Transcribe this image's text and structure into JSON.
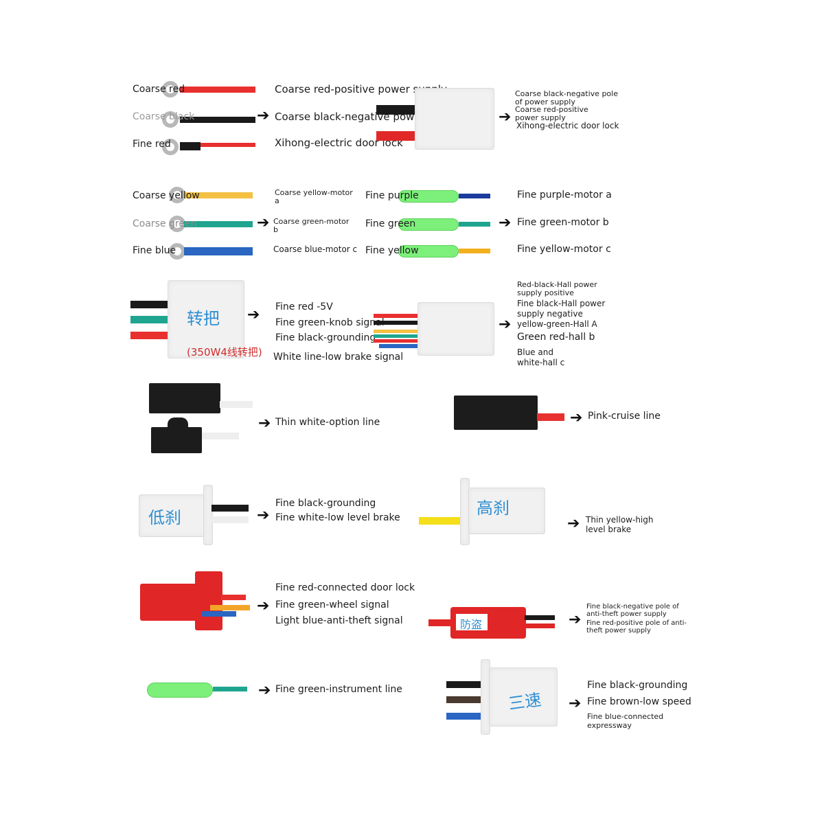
{
  "row1": {
    "left_labels": [
      "Coarse red",
      "Coarse black",
      "Fine red"
    ],
    "middle_labels": [
      "Coarse red-positive power supply",
      "Coarse black-negative power supply",
      "Xihong-electric door lock"
    ],
    "right_labels": [
      "Coarse black-negative pole of power supply",
      "Coarse red-positive power supply",
      "Xihong-electric door lock"
    ]
  },
  "row2": {
    "left_labels": [
      "Coarse yellow",
      "Coarse green",
      "Fine blue"
    ],
    "middle_labels": [
      "Coarse yellow-motor a",
      "Coarse green-motor b",
      "Coarse blue-motor c"
    ],
    "tube_labels": [
      "Fine purple",
      "Fine green",
      "Fine yellow"
    ],
    "right_labels": [
      "Fine purple-motor a",
      "Fine green-motor b",
      "Fine yellow-motor c"
    ]
  },
  "row3": {
    "connector_label": "转把",
    "connector_caption": "(350W4线转把)",
    "middle_labels": [
      "Fine red -5V",
      "Fine green-knob signal",
      "Fine black-grounding",
      "White line-low brake signal"
    ],
    "right_labels": [
      "Red-black-Hall power supply positive",
      "Fine black-Hall power supply negative",
      "yellow-green-Hall A",
      "Green red-hall b",
      "Blue and white-hall c"
    ]
  },
  "row4": {
    "left_label": "Thin white-option line",
    "right_label": "Pink-cruise line"
  },
  "row5": {
    "left_connector_label": "低刹",
    "left_labels": [
      "Fine black-grounding",
      "Fine white-low level brake"
    ],
    "right_connector_label": "高刹",
    "right_label": "Thin yellow-high level brake"
  },
  "row6": {
    "left_labels": [
      "Fine red-connected door lock",
      "Fine green-wheel signal",
      "Light blue-anti-theft signal"
    ],
    "right_connector_label": "防盗",
    "right_labels": [
      "Fine black-negative pole of anti-theft power supply",
      "Fine red-positive pole of anti-theft power supply"
    ]
  },
  "row7": {
    "left_label": "Fine green-instrument line",
    "right_connector_label": "三速",
    "right_labels": [
      "Fine black-grounding",
      "Fine brown-low speed",
      "Fine blue-connected expressway"
    ]
  },
  "colors": {
    "red": "#e8302f",
    "black": "#1a1a1a",
    "yellow": "#f3c042",
    "green": "#1fa58f",
    "blue": "#2a66c2",
    "purple": "#1b3c9c",
    "tube_green": "#7cf07a",
    "label_blue": "#2f8fd3"
  }
}
